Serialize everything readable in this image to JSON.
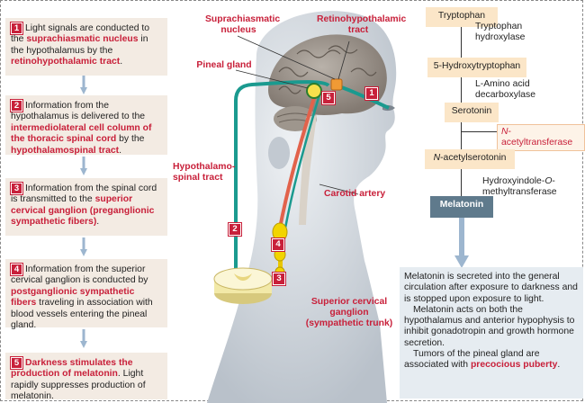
{
  "steps": [
    {
      "n": "1",
      "t1": "Light signals are conducted to the ",
      "h1": "suprachiasmatic nucleus",
      "t2": " in the hypothalamus by the ",
      "h2": "retinohypothalamic tract",
      "t3": "."
    },
    {
      "n": "2",
      "t1": "Information from the hypothalamus is delivered to the ",
      "h1": "intermediolateral cell column of the thoracic spinal cord",
      "t2": " by the ",
      "h2": "hypothalamospinal tract",
      "t3": "."
    },
    {
      "n": "3",
      "t1": "Information from the spinal cord is transmitted to the ",
      "h1": "superior cervical ganglion (preganglionic sympathetic fibers)",
      "t2": "."
    },
    {
      "n": "4",
      "t1": "Information from the superior cervical ganglion is conducted by ",
      "h1": "postganglionic sympathetic fibers",
      "t2": " traveling in association with blood vessels entering the pineal gland."
    },
    {
      "n": "5",
      "h1": "Darkness stimulates the production of melatonin",
      "t2": ". Light rapidly suppresses production of melatonin."
    }
  ],
  "labels": {
    "scn": "Suprachiasmatic nucleus",
    "rht": "Retinohypothalamic tract",
    "pineal": "Pineal gland",
    "hst": "Hypothalamo-spinal tract",
    "carotid": "Carotid artery",
    "scg": "Superior cervical ganglion (sympathetic trunk)"
  },
  "pathway": {
    "tryptophan": "Tryptophan",
    "enz1": "Tryptophan hydroxylase",
    "htp": "5-Hydroxytryptophan",
    "enz2_prefix": "L",
    "enz2": "-Amino acid decarboxylase",
    "serotonin": "Serotonin",
    "enz3_italic": "N",
    "enz3": "-acetyltransferase",
    "nas_italic": "N",
    "nas": "-acetylserotonin",
    "enz4a": "Hydroxyindole-",
    "enz4_italic": "O",
    "enz4b": "-methyltransferase",
    "melatonin": "Melatonin"
  },
  "info": {
    "p1": "Melatonin is secreted into the general circulation after exposure to darkness and is stopped upon exposure to light.",
    "p2": "Melatonin acts on both the hypothalamus and anterior hypophysis to inhibit gonadotropin and growth hormone secretion.",
    "p3a": "Tumors of the pineal gland are associated with ",
    "p3h": "precocious puberty",
    "p3b": "."
  },
  "colors": {
    "accent": "#c8203a",
    "step_bg": "#f3ebe3",
    "pathway_bg": "#fbe6c8",
    "melatonin_bg": "#5f7a8c",
    "info_bg": "#e6ecf1",
    "tract": "#1a9a8f",
    "ganglion": "#f2d400"
  }
}
